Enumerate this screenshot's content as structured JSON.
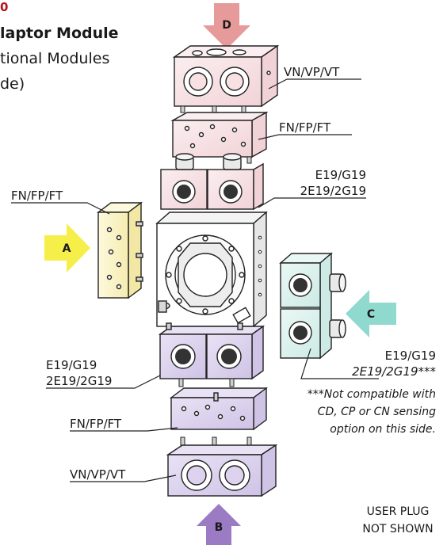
{
  "header": {
    "number_fragment": "0",
    "title_fragment": "laptor Module",
    "line2_fragment": "tional Modules",
    "line3_fragment": "de)"
  },
  "arrows": {
    "a": {
      "letter": "A",
      "color": "#f6ef4a"
    },
    "b": {
      "letter": "B",
      "color": "#9b7cc4"
    },
    "c": {
      "letter": "C",
      "color": "#8fd9cf"
    },
    "d": {
      "letter": "D",
      "color": "#e79a9a"
    }
  },
  "callouts": {
    "top_vn": "VN/VP/VT",
    "top_fn": "FN/FP/FT",
    "top_e19_line1": "E19/G19",
    "top_e19_line2": "2E19/2G19",
    "left_fn": "FN/FP/FT",
    "bottom_e19_line1": "E19/G19",
    "bottom_e19_line2": "2E19/2G19",
    "bottom_fn": "FN/FP/FT",
    "bottom_vn": "VN/VP/VT",
    "right_e19_line1": "E19/G19",
    "right_e19_line2": "2E19/2G19***"
  },
  "footnote": {
    "line1": "***Not compatible with",
    "line2": "CD, CP or CN sensing",
    "line3": "option on this side."
  },
  "note": {
    "line1": "USER PLUG",
    "line2": "NOT SHOWN"
  },
  "colors": {
    "pink_module": "#f7e1e3",
    "purple_module": "#ddd3ee",
    "yellow_module": "#fbf5c8",
    "teal_module": "#dff2ee",
    "center_body": "#ffffff",
    "title_accent": "#b5121b"
  }
}
